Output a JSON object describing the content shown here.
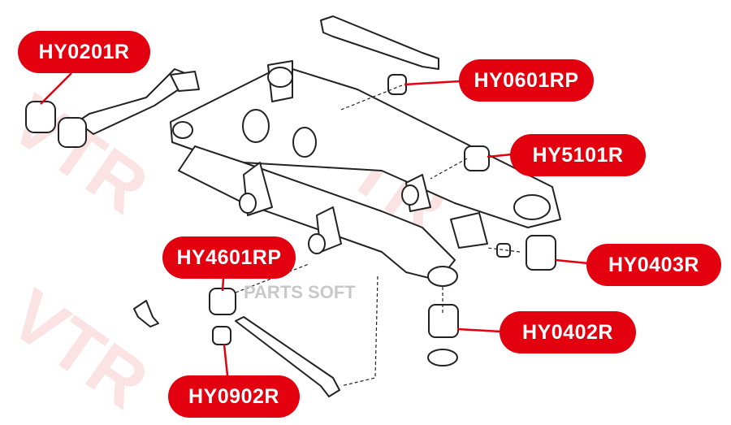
{
  "watermark": {
    "brand": "VTR",
    "source": "PARTS SOFT"
  },
  "colors": {
    "label_bg": "#e3000f",
    "label_text": "#ffffff",
    "leader": "#e3000f",
    "watermark": "#fbe3e3"
  },
  "labels": {
    "hy0201r": "HY0201R",
    "hy0601rp": "HY0601RP",
    "hy5101r": "HY5101R",
    "hy4601rp": "HY4601RP",
    "hy0403r": "HY0403R",
    "hy0402r": "HY0402R",
    "hy0902r": "HY0902R"
  }
}
